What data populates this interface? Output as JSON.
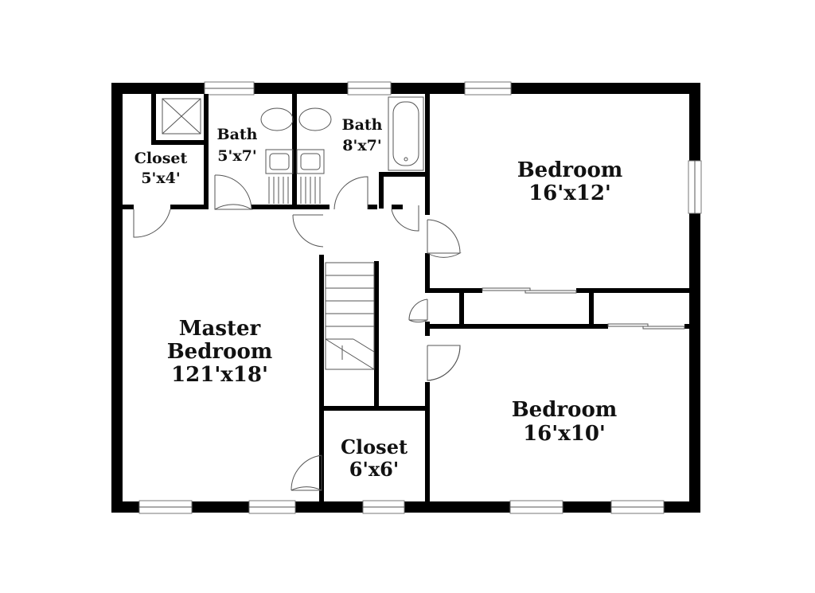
{
  "colors": {
    "wall": "#000000",
    "fixture": "#555555",
    "background": "#ffffff"
  },
  "rooms": {
    "closet_small": {
      "name": "Closet",
      "size": "5'x4'"
    },
    "bath_left": {
      "name": "Bath",
      "size": "5'x7'"
    },
    "bath_right": {
      "name": "Bath",
      "size": "8'x7'"
    },
    "bedroom_top": {
      "name": "Bedroom",
      "size": "16'x12'"
    },
    "master": {
      "name_line1": "Master",
      "name_line2": "Bedroom",
      "size": "121'x18'"
    },
    "bedroom_bottom": {
      "name": "Bedroom",
      "size": "16'x10'"
    },
    "closet_large": {
      "name": "Closet",
      "size": "6'x6'"
    }
  }
}
